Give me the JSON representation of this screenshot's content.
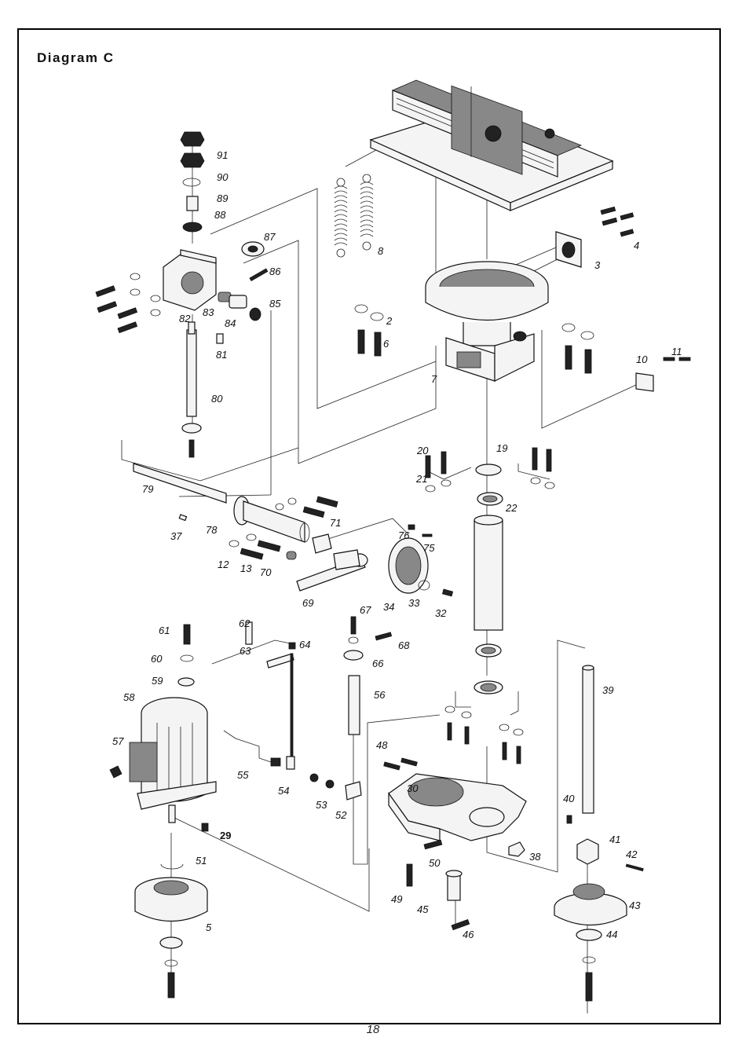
{
  "title": "Diagram C",
  "page_number": "18",
  "callouts": [
    "91",
    "90",
    "89",
    "88",
    "87",
    "86",
    "85",
    "84",
    "83",
    "82",
    "81",
    "80",
    "8",
    "4",
    "3",
    "2",
    "6",
    "7",
    "10",
    "11",
    "79",
    "78",
    "37",
    "12",
    "13",
    "70",
    "71",
    "76",
    "75",
    "69",
    "34",
    "33",
    "32",
    "20",
    "21",
    "19",
    "22",
    "61",
    "60",
    "59",
    "58",
    "57",
    "62",
    "63",
    "64",
    "67",
    "68",
    "66",
    "56",
    "55",
    "54",
    "53",
    "52",
    "29",
    "51",
    "5",
    "48",
    "30",
    "50",
    "49",
    "45",
    "46",
    "38",
    "39",
    "40",
    "41",
    "42",
    "43",
    "44"
  ]
}
